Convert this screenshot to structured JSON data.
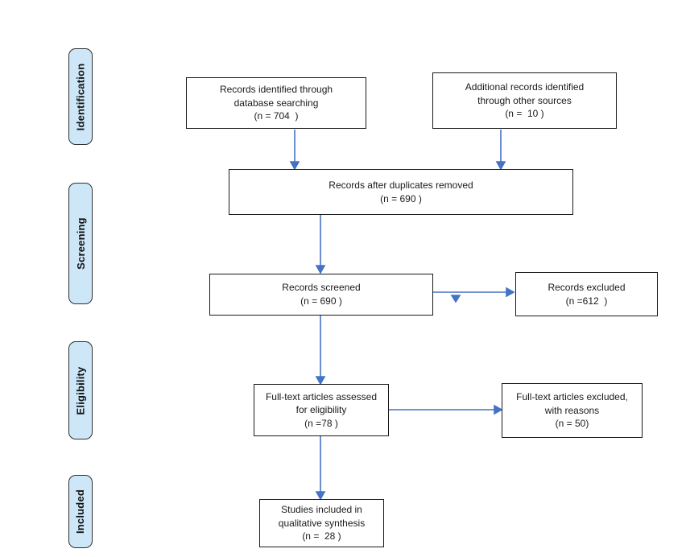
{
  "stages": {
    "identification": "Identification",
    "screening": "Screening",
    "eligibility": "Eligibility",
    "included": "Included"
  },
  "boxes": {
    "records_identified": "Records identified through\ndatabase searching\n(n = 704  )",
    "additional_records": "Additional records identified\nthrough other sources\n(n =  10 )",
    "duplicates_removed": "Records after duplicates removed\n(n = 690 )",
    "records_screened": "Records screened\n(n = 690 )",
    "records_excluded": "Records excluded\n(n =612  )",
    "fulltext_assessed": "Full-text articles assessed\nfor eligibility\n(n =78 )",
    "fulltext_excluded": "Full-text articles excluded,\nwith reasons\n(n = 50)",
    "studies_included": "Studies included in\nqualitative synthesis\n(n =  28 )"
  },
  "colors": {
    "arrow_blue": "#4472C4",
    "stage_fill": "#CDE7F9",
    "box_border": "#1A1A1A"
  }
}
